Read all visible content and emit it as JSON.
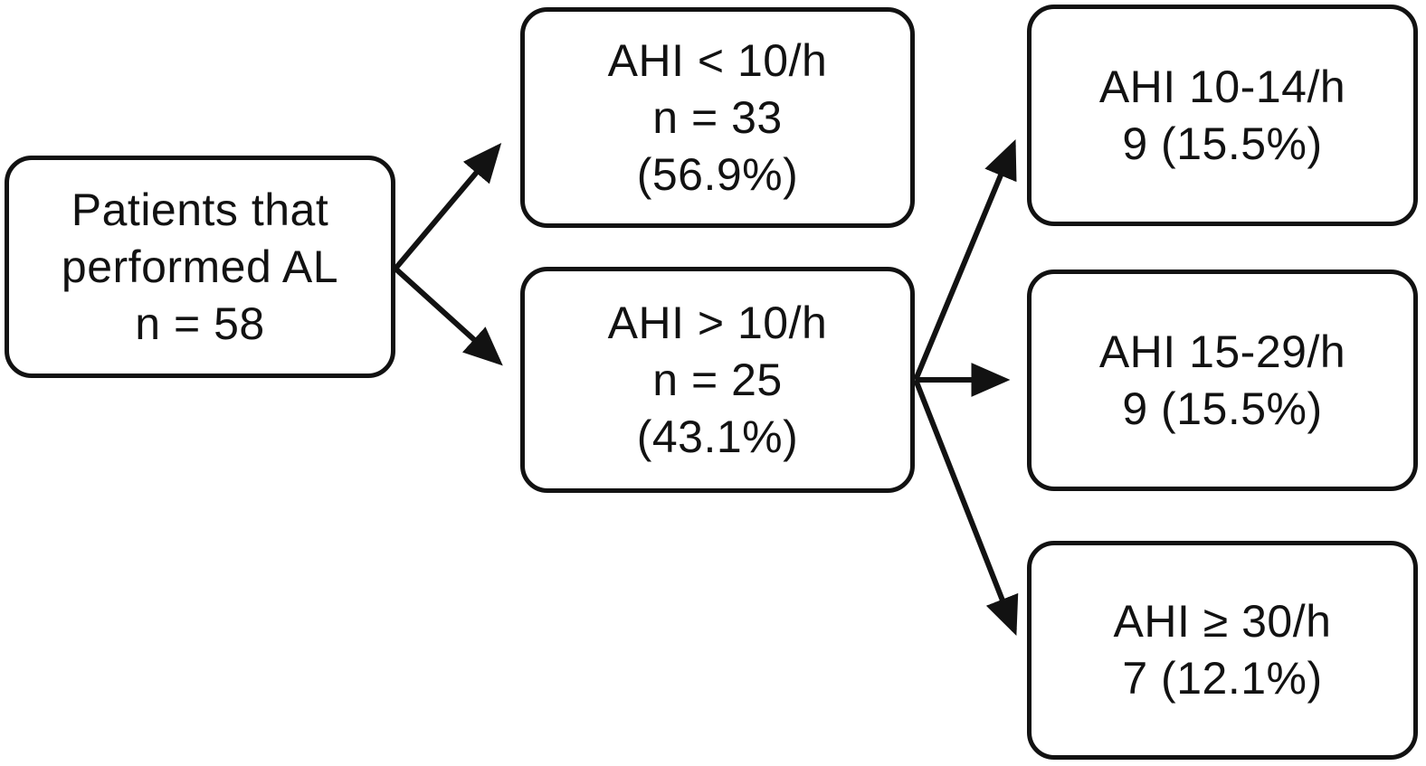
{
  "figure": {
    "type": "flowchart",
    "description": "Distribution of patients that performed AL by apnea-hypopnea index (AHI) severity",
    "colors": {
      "background": "#ffffff",
      "stroke": "#121212",
      "text": "#121212"
    },
    "nodes": {
      "root": {
        "line1": "Patients that",
        "line2": "performed AL",
        "line3": "n = 58"
      },
      "ahi_lt10": {
        "line1": "AHI < 10/h",
        "line2": "n = 33",
        "line3": "(56.9%)"
      },
      "ahi_gt10": {
        "line1": "AHI > 10/h",
        "line2": "n = 25",
        "line3": "(43.1%)"
      },
      "ahi_10_14": {
        "line1": "AHI 10-14/h",
        "line2": "9 (15.5%)"
      },
      "ahi_15_29": {
        "line1": "AHI 15-29/h",
        "line2": "9 (15.5%)"
      },
      "ahi_ge30": {
        "line1": "AHI ≥ 30/h",
        "line2": "7 (12.1%)"
      }
    },
    "edges": [
      {
        "from": "root",
        "to": "ahi_lt10"
      },
      {
        "from": "root",
        "to": "ahi_gt10"
      },
      {
        "from": "ahi_gt10",
        "to": "ahi_10_14"
      },
      {
        "from": "ahi_gt10",
        "to": "ahi_15_29"
      },
      {
        "from": "ahi_gt10",
        "to": "ahi_ge30"
      }
    ]
  }
}
